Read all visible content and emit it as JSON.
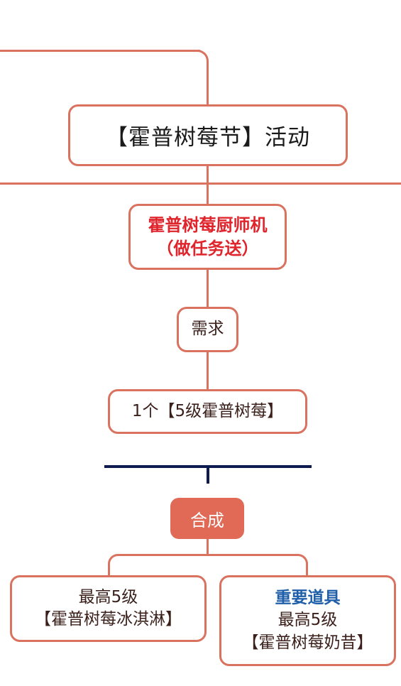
{
  "nodes": {
    "event_title": "【霍普树莓节】活动",
    "chef_machine": [
      "霍普树莓厨师机",
      "（做任务送）"
    ],
    "requirement_label": "需求",
    "requirement_item": "1个【5级霍普树莓】",
    "synthesis_label": "合成",
    "left_product": [
      "最高5级",
      "【霍普树莓冰淇淋】"
    ],
    "right_product": {
      "badge": "重要道具",
      "lines": [
        "最高5级",
        "【霍普树莓奶昔】"
      ]
    }
  },
  "colors": {
    "connector": "#d9725f",
    "divider": "#0d1b4f",
    "highlight_red": "#e0242c",
    "highlight_blue": "#1f5ea8",
    "pill_fill": "#e06a55"
  }
}
